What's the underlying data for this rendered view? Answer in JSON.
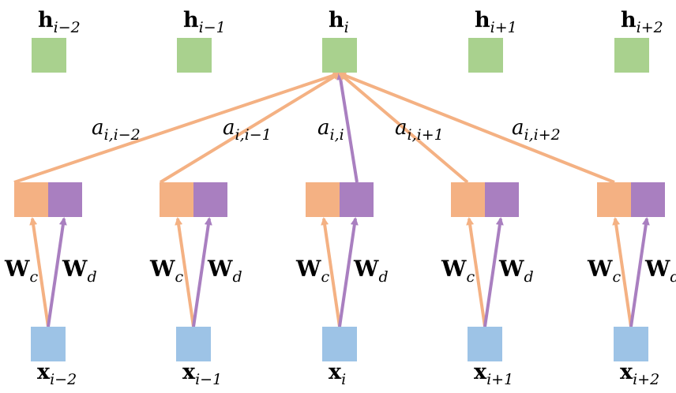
{
  "colors": {
    "hidden": "#a9d18e",
    "input": "#9dc3e6",
    "context": "#f4b183",
    "direct": "#a97fc0"
  },
  "hidden_nodes": [
    {
      "base": "h",
      "sub": "i−2"
    },
    {
      "base": "h",
      "sub": "i−1"
    },
    {
      "base": "h",
      "sub": "i"
    },
    {
      "base": "h",
      "sub": "i+1"
    },
    {
      "base": "h",
      "sub": "i+2"
    }
  ],
  "input_nodes": [
    {
      "base": "x",
      "sub": "i−2"
    },
    {
      "base": "x",
      "sub": "i−1"
    },
    {
      "base": "x",
      "sub": "i"
    },
    {
      "base": "x",
      "sub": "i+1"
    },
    {
      "base": "x",
      "sub": "i+2"
    }
  ],
  "attention_labels": [
    {
      "base": "a",
      "sub": "i,i−2"
    },
    {
      "base": "a",
      "sub": "i,i−1"
    },
    {
      "base": "a",
      "sub": "i,i"
    },
    {
      "base": "a",
      "sub": "i,i+1"
    },
    {
      "base": "a",
      "sub": "i,i+2"
    }
  ],
  "weights": {
    "context": {
      "base": "W",
      "sub": "c"
    },
    "direct": {
      "base": "W",
      "sub": "d"
    }
  }
}
